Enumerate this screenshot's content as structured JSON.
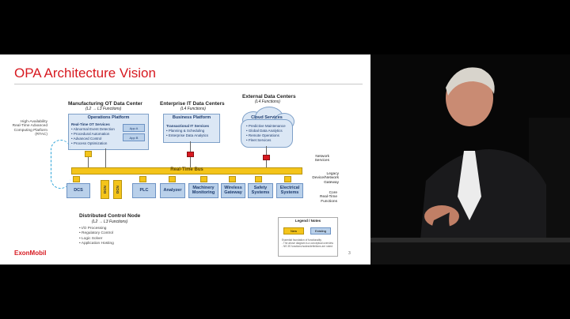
{
  "slide": {
    "title": "OPA Architecture Vision",
    "page_number": "3",
    "logo_text": "ExonMobil"
  },
  "ha_rtac": [
    "High-Availability",
    "Real-Time Advanced",
    "Computing Platform",
    "(RTAC)"
  ],
  "mfg": {
    "heading": "Manufacturing OT Data Center",
    "sub": "(L2 → L3 Functions)",
    "box_title": "Operations Platform",
    "list_title": "Real-Time OT Services",
    "items": [
      "• Abnormal Event Detection",
      "• Procedural Automation",
      "• Advanced Control",
      "• Process Optimization"
    ],
    "apps": [
      "App A",
      "App B"
    ]
  },
  "ent": {
    "heading": "Enterprise IT Data Centers",
    "sub": "(L4 Functions)",
    "box_title": "Business Platform",
    "list_title": "Transactional IT Services",
    "items": [
      "• Planning & Scheduling",
      "• Enterprise Data Analytics"
    ]
  },
  "ext": {
    "heading": "External Data Centers",
    "sub": "(L4 Functions)",
    "box_title": "Cloud Services",
    "items": [
      "• Predictive Maintenance",
      "• Global Data Analytics",
      "• Remote Operations",
      "• Fleet Services"
    ]
  },
  "bus_label": "Real-Time Bus",
  "right_labels": {
    "network": [
      "Network",
      "Services"
    ],
    "legacy": [
      "Legacy",
      "Device/Network",
      "Gateway"
    ],
    "core": [
      "Core",
      "Real-Time",
      "Functions"
    ]
  },
  "nodes": [
    "DCS",
    "PLC",
    "Analyzer",
    "Machinery\nMonitoring",
    "Wireless\nGateway",
    "Safety\nSystems",
    "Electrical\nSystems"
  ],
  "dcn_label": "DCN",
  "dcn_section": {
    "heading": "Distributed Control Node",
    "sub": "(L2 → L3 Functions)",
    "items": [
      "• I/O Processing",
      "• Regulatory Control",
      "• Logic Solver",
      "• Application Hosting"
    ]
  },
  "legend": {
    "title": "Legend / Notes",
    "new": "New",
    "existing": "Existing",
    "notes": [
      "Essential foundation of functionality",
      "- The above diagram is a conceptual overview",
      "- NS 3S functions/nodes/definitions are noted"
    ]
  },
  "colors": {
    "accent_red": "#d71920",
    "bus_yellow": "#f4c41a",
    "node_blue": "#b9d0ea"
  }
}
